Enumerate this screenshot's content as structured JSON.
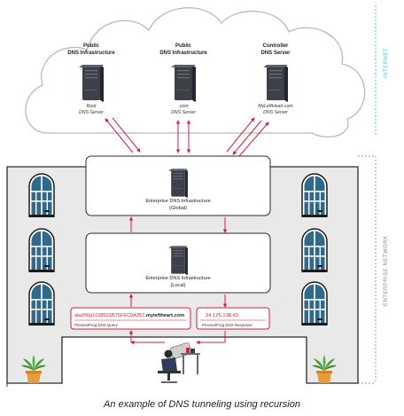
{
  "caption": "An example of DNS tunneling using recursion",
  "zones": {
    "internet": "INTERNET",
    "enterprise": "ENTERPRISE NETWORK"
  },
  "servers": [
    {
      "title_line1": "Public",
      "title_line2": "DNS Infrastructure",
      "sub_line1": "Root",
      "sub_line2": "DNS Server"
    },
    {
      "title_line1": "Public",
      "title_line2": "DNS Infrastructure",
      "sub_line1": ".com",
      "sub_line2": "DNS Server"
    },
    {
      "title_line1": "Controller",
      "title_line2": "DNS Server",
      "sub_line1": "MyLeftHeart.com",
      "sub_line2": "DNS Server"
    }
  ],
  "enterprise_global": {
    "line1": "Enterprise DNS Infrastructure",
    "line2": "(Global)"
  },
  "enterprise_local": {
    "line1": "Enterprise DNS Infrastructure",
    "line2": "(Local)"
  },
  "query": {
    "value": "ata000g1028931B75FEC6A357",
    "domain": ".myleftheart.com",
    "label": "PressedFrog DNS Query"
  },
  "response": {
    "value": "24.125.138.42",
    "label": "PressedFrog DNS Response"
  },
  "colors": {
    "accent": "#d31f3a",
    "building": "#e9e9e9",
    "cloud_stroke": "#b9b9b9",
    "zone": "#55c2c8",
    "server": "#3b4049",
    "window": "#2f6a8d"
  }
}
